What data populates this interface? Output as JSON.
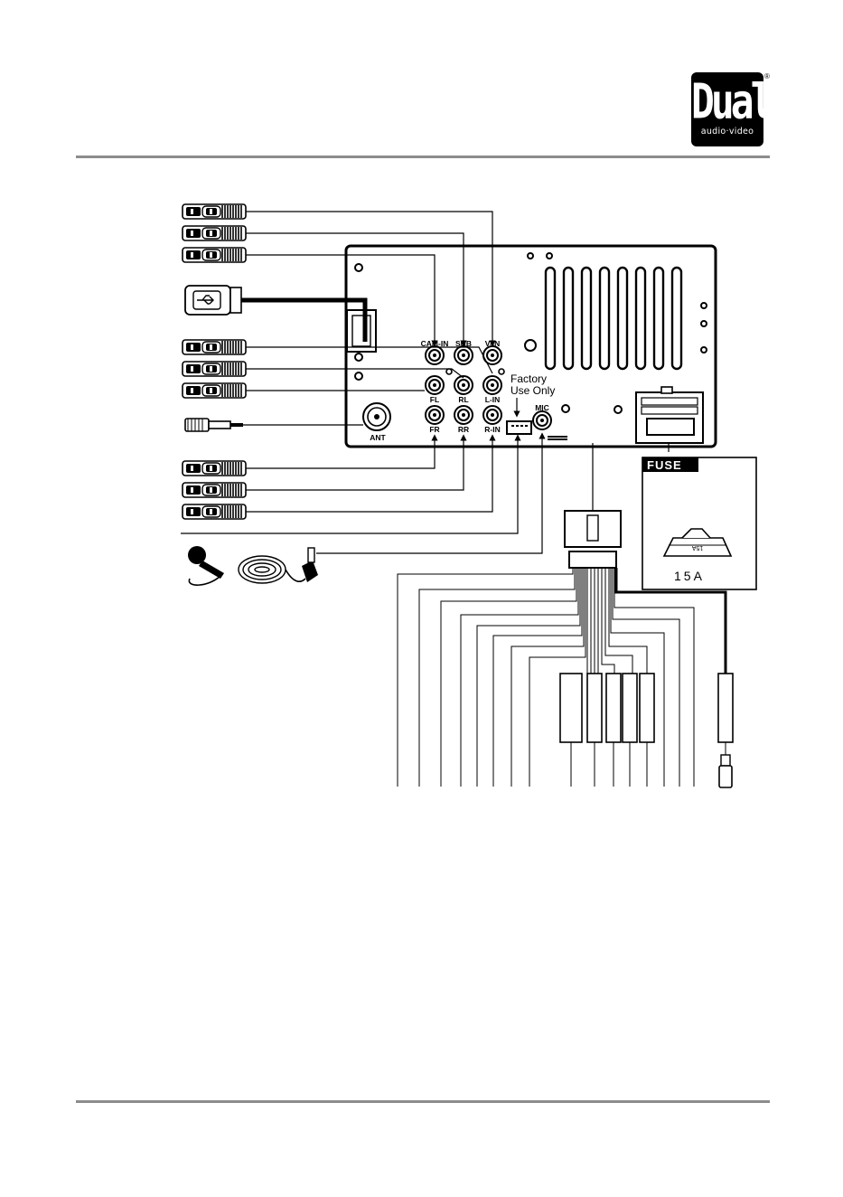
{
  "brand": {
    "name": "Dual",
    "tagline": "audio·video",
    "registered": "®"
  },
  "jacks": {
    "cam_in": "CAM-IN",
    "sub": "SUB",
    "v_in": "V-IN",
    "fl": "FL",
    "rl": "RL",
    "l_in": "L-IN",
    "fr": "FR",
    "rr": "RR",
    "r_in": "R-IN",
    "mic": "MIC",
    "ant": "ANT"
  },
  "factory_note": {
    "line1": "Factory",
    "line2": "Use Only"
  },
  "fuse": {
    "title": "FUSE",
    "rating": "15A",
    "mark": "15A"
  },
  "colors": {
    "rule": "#8c8c8c",
    "ink": "#000000",
    "paper": "#ffffff"
  }
}
